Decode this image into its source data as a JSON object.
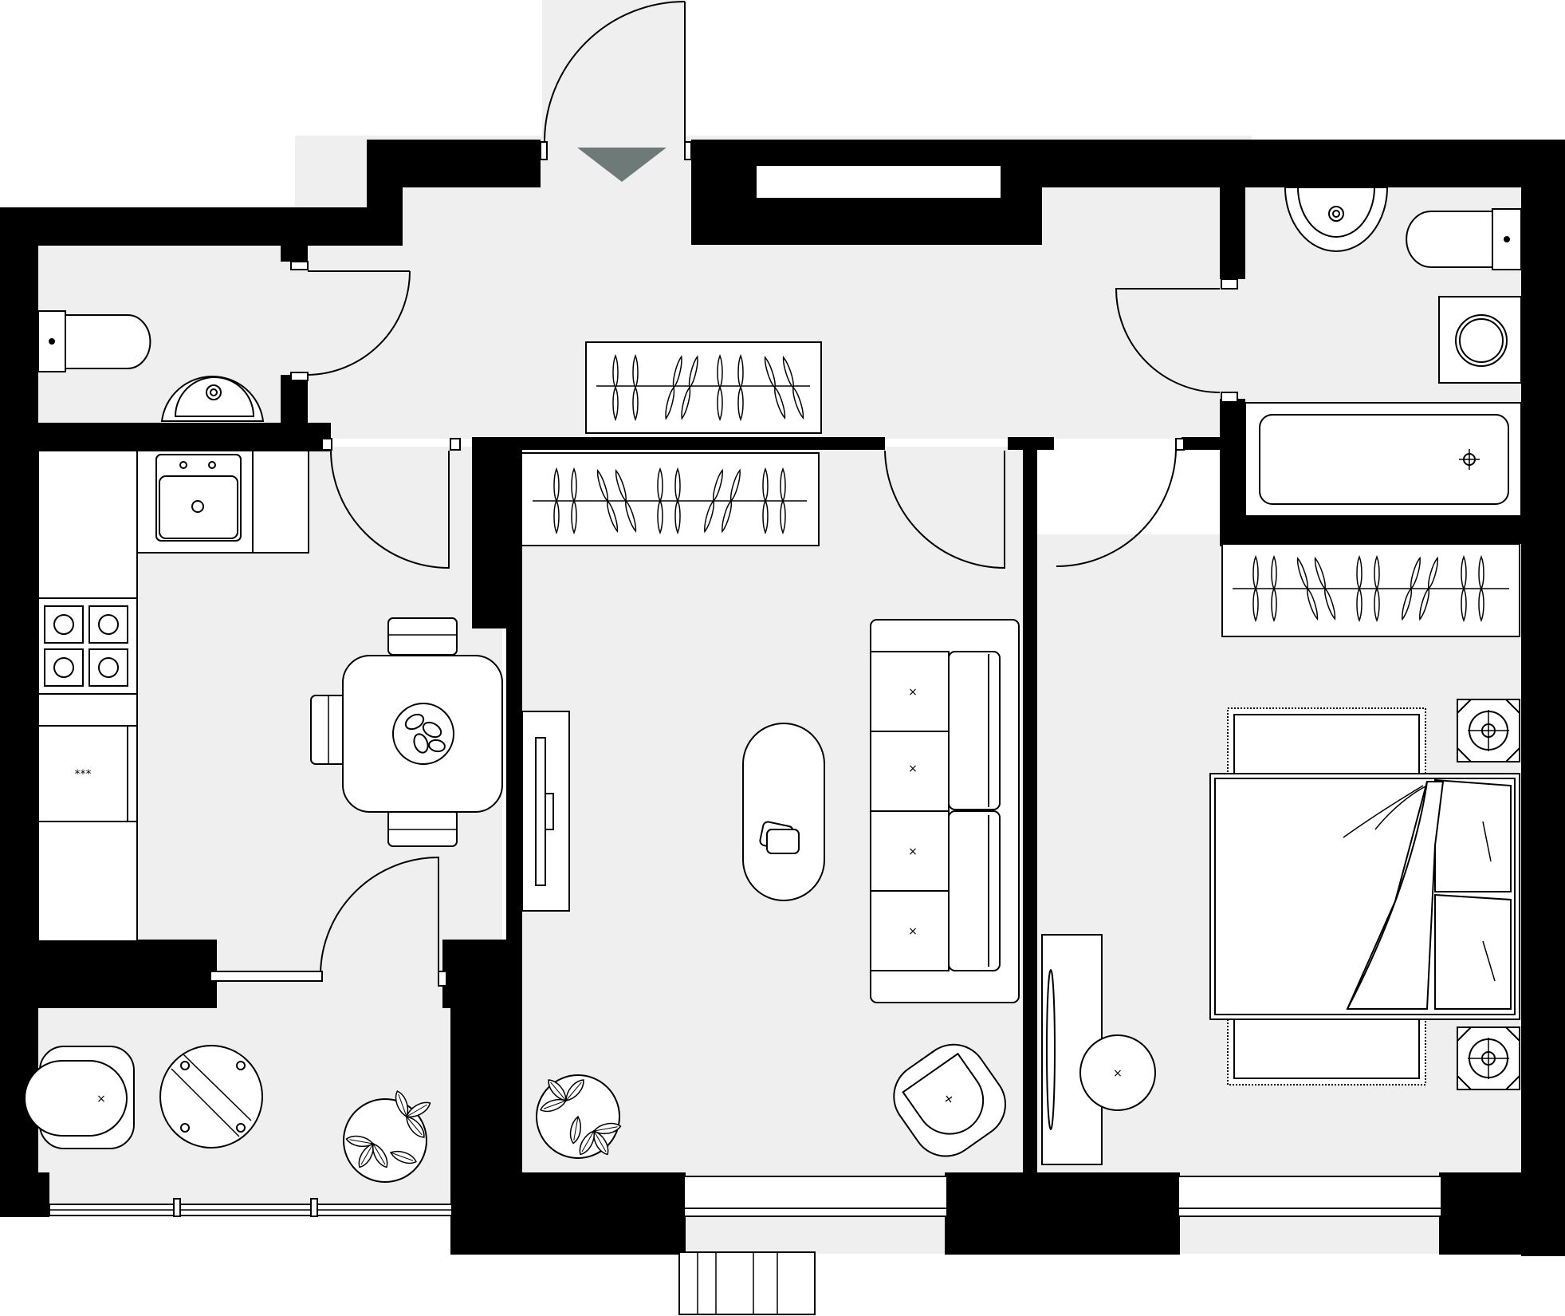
{
  "colors": {
    "wall": "#000000",
    "floor": "#efefef",
    "line": "#000000",
    "entrance_arrow": "#6e7a78",
    "background": "#ffffff"
  },
  "rooms": [
    "entrance-hall",
    "wc-left",
    "kitchen",
    "balcony",
    "living-room",
    "bathroom",
    "bedroom"
  ],
  "fixtures": {
    "toilets": 2,
    "washbasins": 3,
    "bathtub": 1,
    "washing_machine": 1,
    "hob_burners": 4,
    "wardrobes": 3,
    "bed": 1,
    "nightstands": 2,
    "sofa_seats": 4,
    "armchairs": 2,
    "plants": 2
  }
}
